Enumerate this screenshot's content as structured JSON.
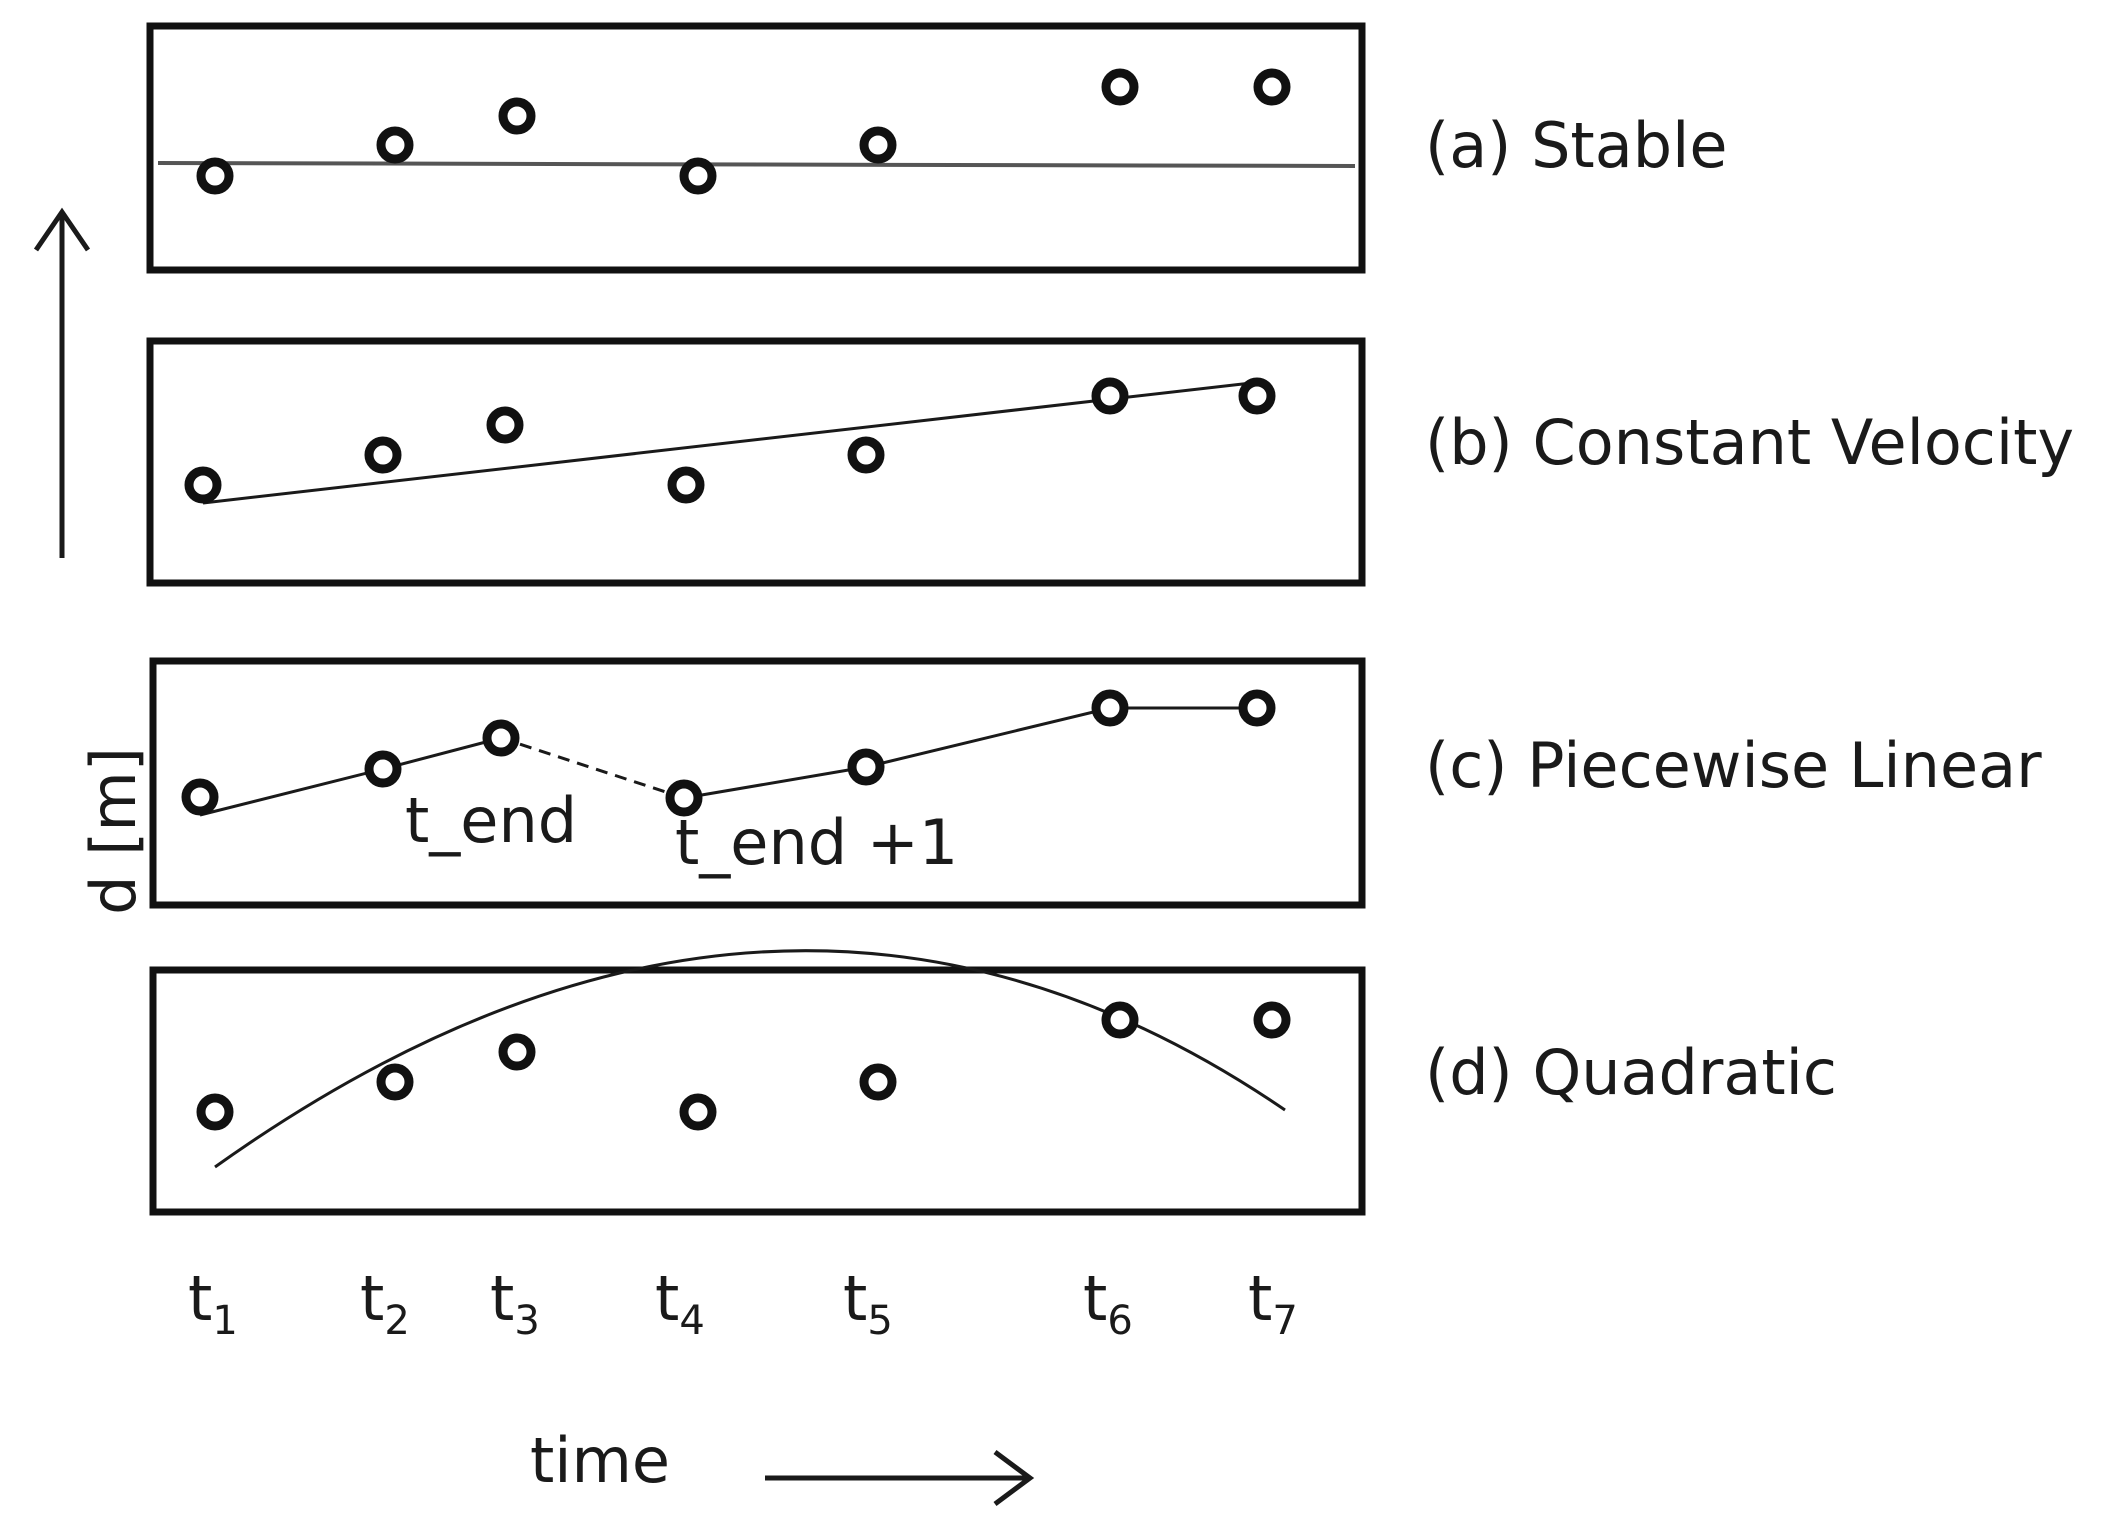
{
  "y_axis_label": "d [m]",
  "x_axis_label": "time",
  "time_ticks": [
    {
      "base": "t",
      "sub": "1"
    },
    {
      "base": "t",
      "sub": "2"
    },
    {
      "base": "t",
      "sub": "3"
    },
    {
      "base": "t",
      "sub": "4"
    },
    {
      "base": "t",
      "sub": "5"
    },
    {
      "base": "t",
      "sub": "6"
    },
    {
      "base": "t",
      "sub": "7"
    }
  ],
  "panels": [
    {
      "label": "(a) Stable",
      "model": "stable"
    },
    {
      "label": "(b) Constant Velocity",
      "model": "constant-velocity"
    },
    {
      "label": "(c) Piecewise Linear",
      "model": "piecewise-linear",
      "annotations": [
        "t_end",
        "t_end +1"
      ]
    },
    {
      "label": "(d) Quadratic",
      "model": "quadratic"
    }
  ]
}
